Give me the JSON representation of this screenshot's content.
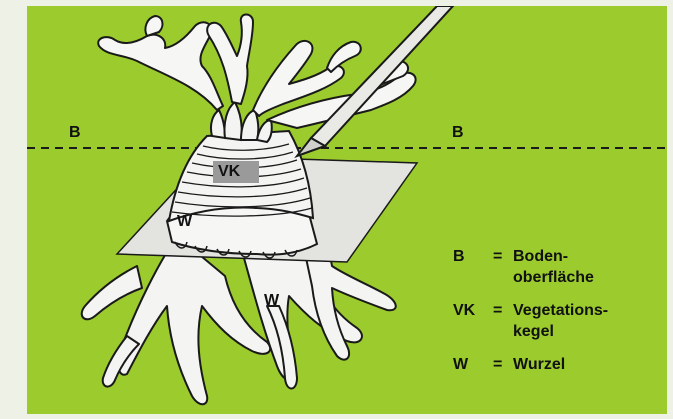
{
  "labels": {
    "surface_left": "B",
    "surface_right": "B",
    "cone": "VK",
    "root_upper": "W",
    "root_lower": "W"
  },
  "legend": [
    {
      "symbol": "B",
      "eq": "=",
      "line1": "Boden-",
      "line2": "oberfläche"
    },
    {
      "symbol": "VK",
      "eq": "=",
      "line1": "Vegetations-",
      "line2": "kegel"
    },
    {
      "symbol": "W",
      "eq": "=",
      "line1": "Wurzel",
      "line2": ""
    }
  ],
  "colors": {
    "background": "#9bcb2d",
    "frame": "#eef1e6",
    "drawing_line": "#1a1a1a",
    "plane": "#e3e3e0"
  }
}
